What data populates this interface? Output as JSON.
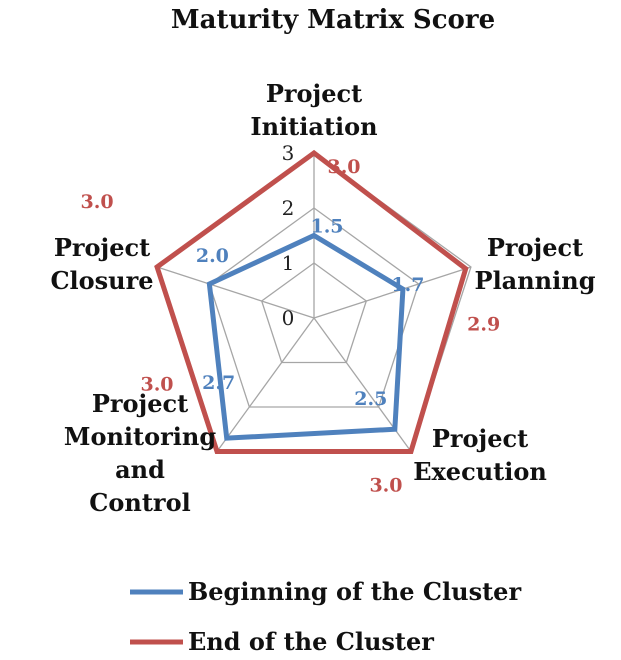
{
  "chart_data": {
    "type": "radar",
    "title": "Maturity Matrix Score",
    "categories": [
      "Project Initiation",
      "Project Planning",
      "Project Execution",
      "Project Monitoring and Control",
      "Project Closure"
    ],
    "category_lines": [
      [
        "Project",
        "Initiation"
      ],
      [
        "Project",
        "Planning"
      ],
      [
        "Project",
        "Execution"
      ],
      [
        "Project",
        "Monitoring",
        "and",
        "Control"
      ],
      [
        "Project",
        "Closure"
      ]
    ],
    "rlim": [
      0,
      3
    ],
    "ticks": [
      "0",
      "1",
      "2",
      "3"
    ],
    "grid": true,
    "legend_position": "bottom",
    "series": [
      {
        "name": "Beginning of the Cluster",
        "color": "#4F81BD",
        "values": [
          1.5,
          1.7,
          2.5,
          2.7,
          2.0
        ],
        "labels": [
          "1.5",
          "1.7",
          "2.5",
          "2.7",
          "2.0"
        ]
      },
      {
        "name": "End of the Cluster",
        "color": "#C0504D",
        "values": [
          3.0,
          2.9,
          3.0,
          3.0,
          3.0
        ],
        "labels": [
          "3.0",
          "2.9",
          "3.0",
          "3.0",
          "3.0"
        ]
      }
    ]
  }
}
